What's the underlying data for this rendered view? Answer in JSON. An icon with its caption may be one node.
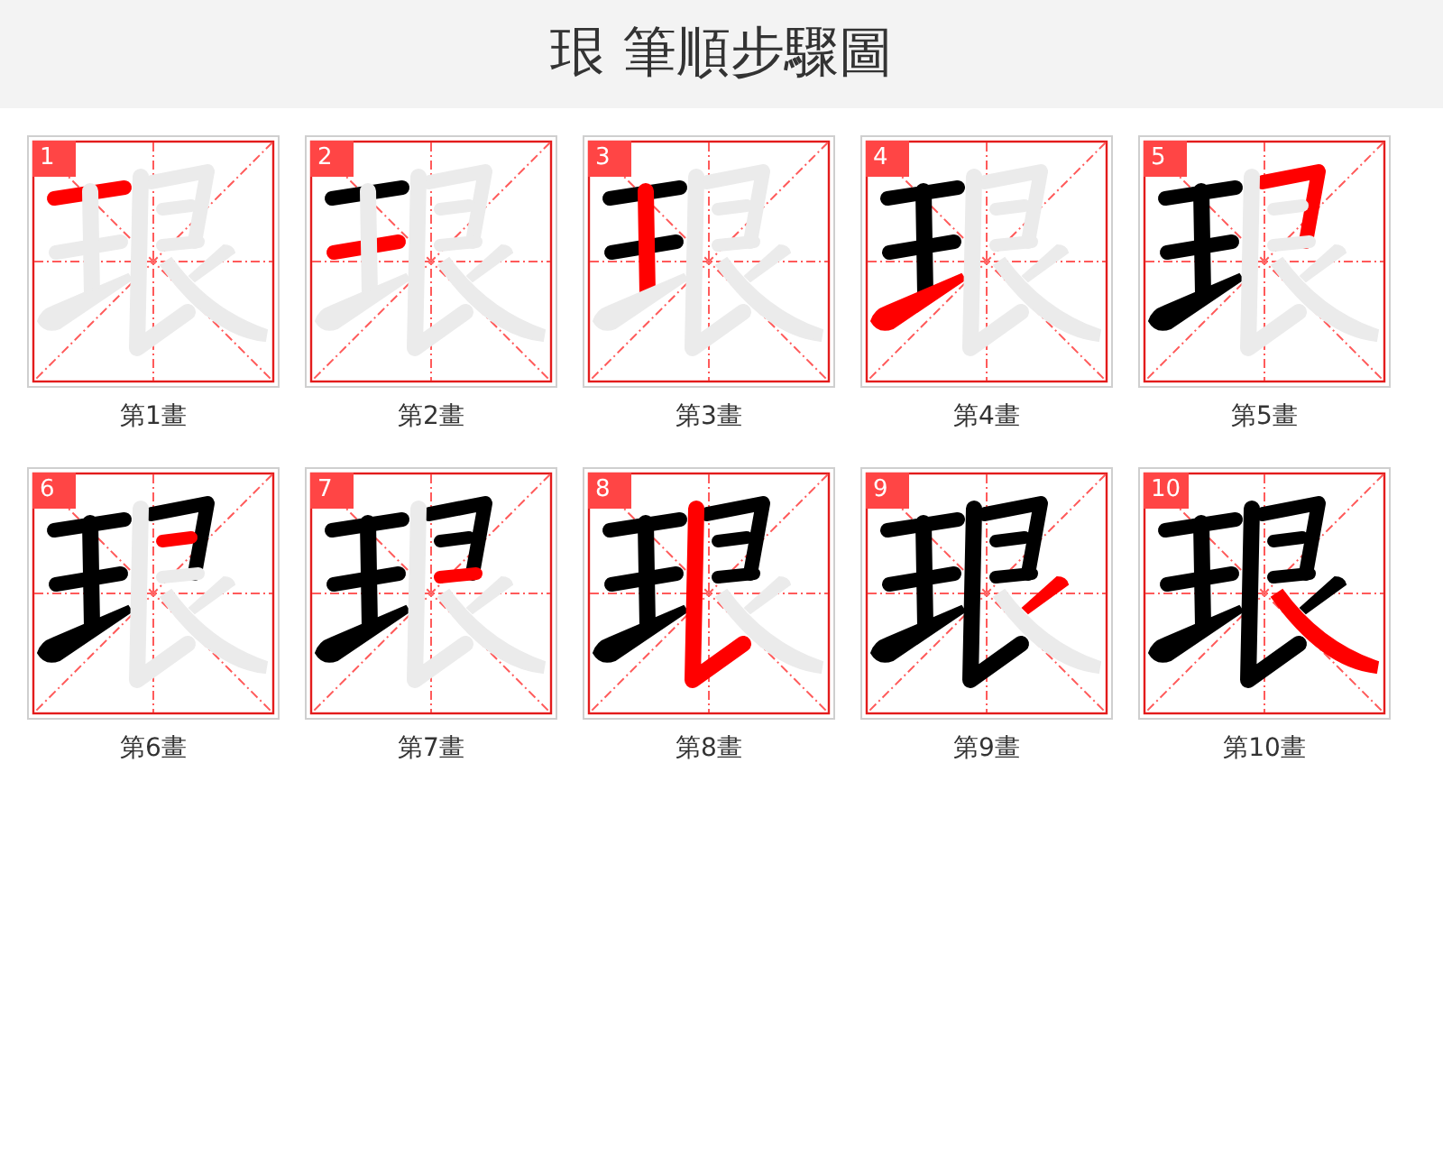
{
  "diagram": {
    "title": "珢 筆順步驟圖",
    "nodes": [
      {
        "text": [
          "1"
        ],
        "beside": [
          "第1畫"
        ]
      },
      {
        "text": [
          "2"
        ],
        "beside": [
          "第2畫"
        ]
      },
      {
        "text": [
          "3"
        ],
        "beside": [
          "第3畫"
        ]
      },
      {
        "text": [
          "4"
        ],
        "beside": [
          "第4畫"
        ]
      },
      {
        "text": [
          "5"
        ],
        "beside": [
          "第5畫"
        ]
      },
      {
        "text": [
          "6"
        ],
        "beside": [
          "第6畫"
        ]
      },
      {
        "text": [
          "7"
        ],
        "beside": [
          "第7畫"
        ]
      },
      {
        "text": [
          "8"
        ],
        "beside": [
          "第8畫"
        ]
      },
      {
        "text": [
          "9"
        ],
        "beside": [
          "第9畫"
        ]
      },
      {
        "text": [
          "10"
        ],
        "beside": [
          "第10畫"
        ]
      }
    ]
  }
}
